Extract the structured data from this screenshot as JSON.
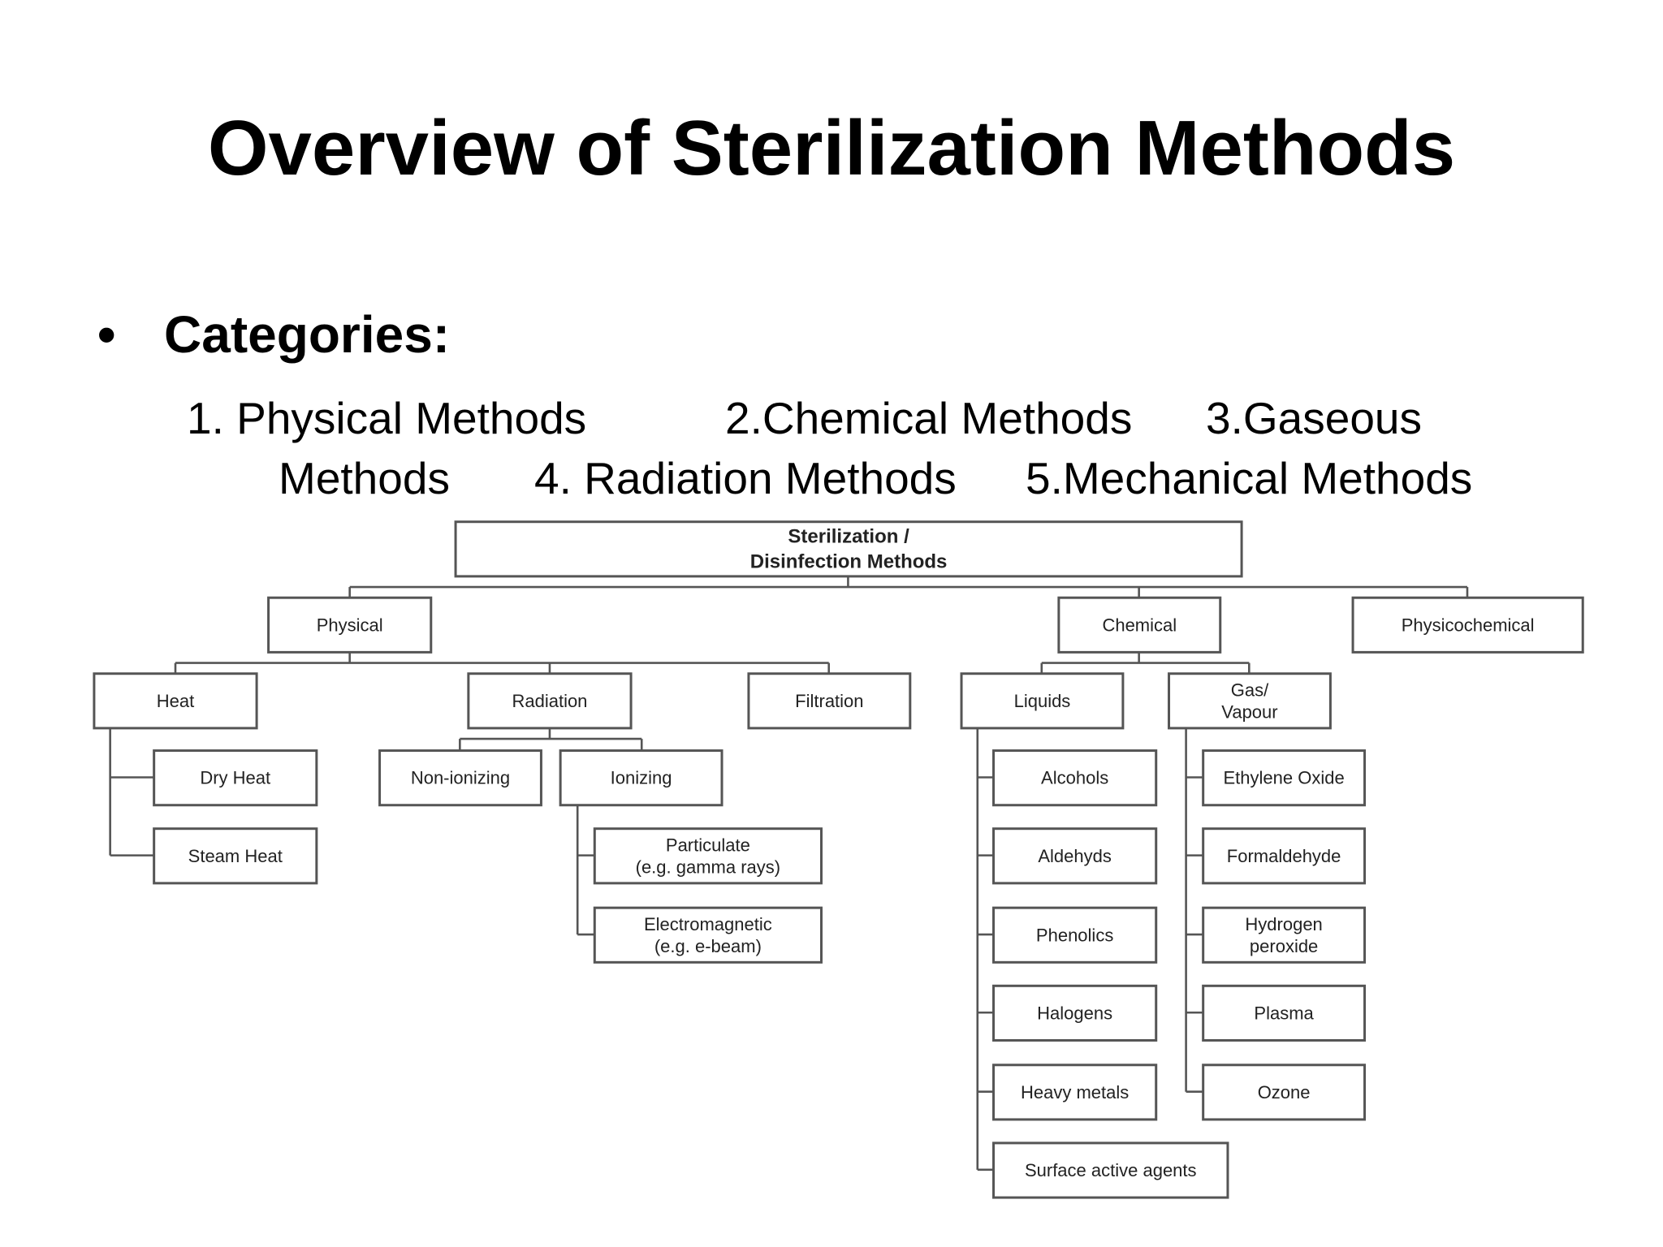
{
  "slide": {
    "title": "Overview of Sterilization Methods",
    "bullet": "Categories:",
    "categories": [
      "1. Physical Methods",
      "2.Chemical Methods",
      "3.Gaseous",
      "Methods",
      "4. Radiation Methods",
      "5.Mechanical Methods"
    ]
  },
  "diagram": {
    "root": [
      "Sterilization /",
      "Disinfection Methods"
    ],
    "nodes": {
      "physical": [
        "Physical"
      ],
      "chemical": [
        "Chemical"
      ],
      "physicochemical": [
        "Physicochemical"
      ],
      "heat": [
        "Heat"
      ],
      "radiation": [
        "Radiation"
      ],
      "filtration": [
        "Filtration"
      ],
      "dry_heat": [
        "Dry Heat"
      ],
      "steam_heat": [
        "Steam Heat"
      ],
      "non_ionizing": [
        "Non-ionizing"
      ],
      "ionizing": [
        "Ionizing"
      ],
      "particulate": [
        "Particulate",
        "(e.g. gamma rays)"
      ],
      "electromagnetic": [
        "Electromagnetic",
        "(e.g. e-beam)"
      ],
      "liquids": [
        "Liquids"
      ],
      "gas_vapour": [
        "Gas/",
        "Vapour"
      ],
      "alcohols": [
        "Alcohols"
      ],
      "aldehyds": [
        "Aldehyds"
      ],
      "phenolics": [
        "Phenolics"
      ],
      "halogens": [
        "Halogens"
      ],
      "heavy_metals": [
        "Heavy metals"
      ],
      "surface_active_agents": [
        "Surface active agents"
      ],
      "ethylene_oxide": [
        "Ethylene Oxide"
      ],
      "formaldehyde": [
        "Formaldehyde"
      ],
      "hydrogen_peroxide": [
        "Hydrogen",
        "peroxide"
      ],
      "plasma": [
        "Plasma"
      ],
      "ozone": [
        "Ozone"
      ]
    }
  }
}
